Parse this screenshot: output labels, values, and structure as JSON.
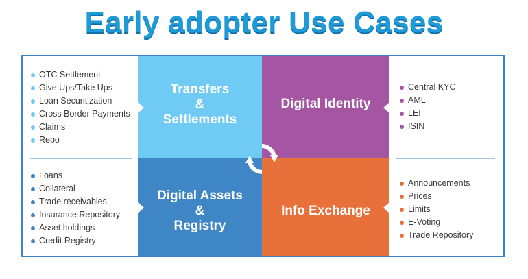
{
  "title": "Early adopter Use Cases",
  "colors": {
    "title": "#1f9ad9",
    "transfers": "#6fcbf4",
    "identity": "#a456a3",
    "assets": "#3f86c6",
    "info": "#e8703a",
    "frame": "#3a86c8"
  },
  "quadrants": {
    "transfers": {
      "line1": "Transfers",
      "line2": "&",
      "line3": "Settlements"
    },
    "identity": {
      "line1": "Digital Identity"
    },
    "assets": {
      "line1": "Digital Assets",
      "line2": "&",
      "line3": "Registry"
    },
    "info": {
      "line1": "Info Exchange"
    }
  },
  "lists": {
    "transfers": [
      "OTC Settlement",
      "Give Ups/Take Ups",
      "Loan Securitization",
      "Cross Border Payments",
      "Claims",
      "Repo"
    ],
    "assets": [
      "Loans",
      "Collateral",
      "Trade receivables",
      "Insurance Repository",
      "Asset holdings",
      "Credit Registry"
    ],
    "identity": [
      "Central KYC",
      "AML",
      "LEI",
      "ISIN"
    ],
    "info": [
      "Announcements",
      "Prices",
      "Limits",
      "E-Voting",
      "Trade Repository"
    ]
  },
  "icons": {
    "center": "cycle-arrows-icon"
  }
}
